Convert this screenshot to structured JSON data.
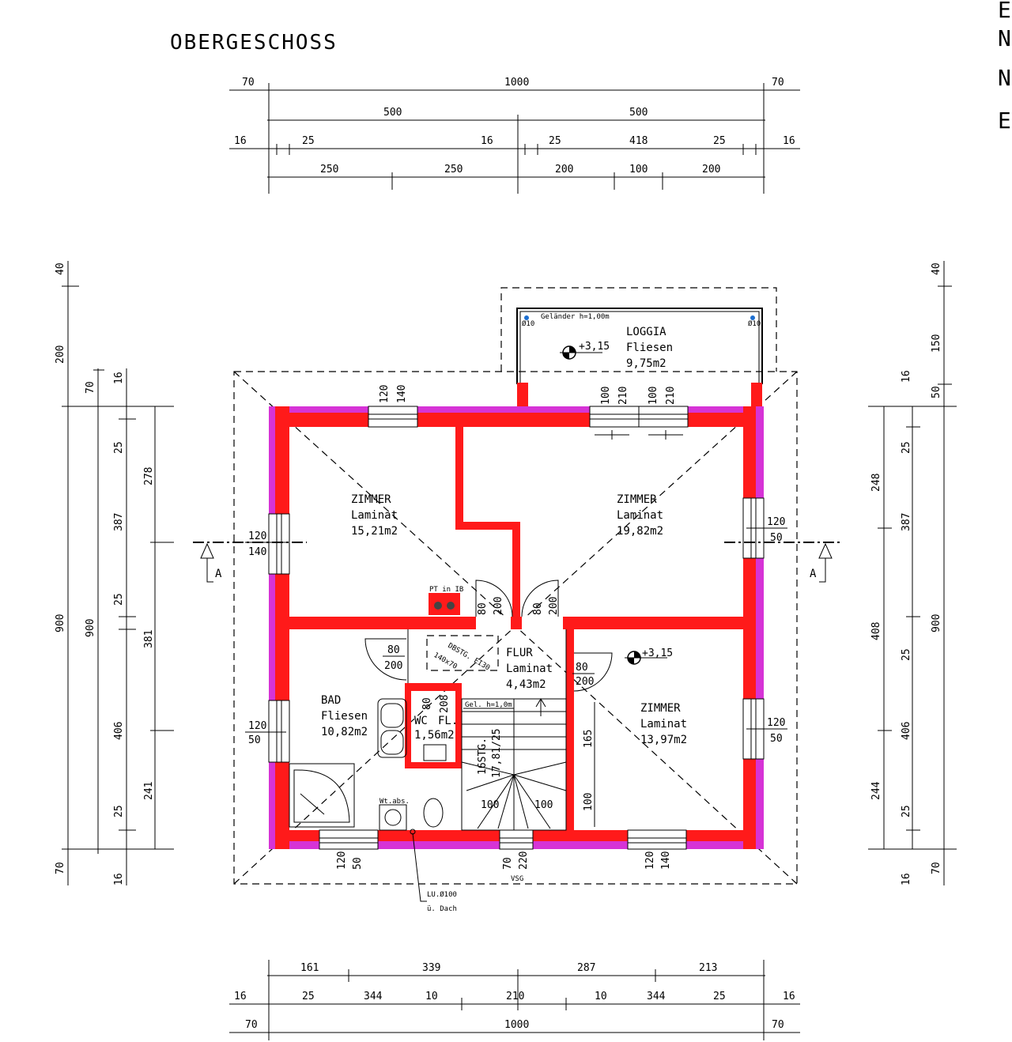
{
  "title": "OBERGESCHOSS",
  "edge_letters": [
    "E",
    "N",
    "N",
    "E"
  ],
  "rooms": {
    "zimmer1": {
      "name": "ZIMMER",
      "floor": "Laminat",
      "area": "15,21m2"
    },
    "zimmer2": {
      "name": "ZIMMER",
      "floor": "Laminat",
      "area": "19,82m2"
    },
    "zimmer3": {
      "name": "ZIMMER",
      "floor": "Laminat",
      "area": "13,97m2"
    },
    "bad": {
      "name": "BAD",
      "floor": "Fliesen",
      "area": "10,82m2"
    },
    "flur": {
      "name": "FLUR",
      "floor": "Laminat",
      "area": "4,43m2"
    },
    "loggia": {
      "name": "LOGGIA",
      "floor": "Fliesen",
      "area": "9,75m2"
    },
    "wc": {
      "name": "WC",
      "fl": "FL.",
      "area": "1,56m2"
    }
  },
  "labels": {
    "gelaender": "Geländer h=1,00m",
    "level_loggia": "+3,15",
    "level_zimmer": "+3,15",
    "pt": "PT in IB",
    "bodentreppe_1": "DBSTG. EI30",
    "bodentreppe_2": "140x70",
    "gel_stair": "Gel. h=1,0m",
    "stair_1": "16STG.",
    "stair_2": "17,81/25",
    "vsg": "VSG",
    "wt": "Wt.abs.",
    "lu_1": "LU.Ø100",
    "lu_2": "ü. Dach",
    "section": "A",
    "post": "Ø10"
  },
  "dims_top": {
    "row1": [
      "70",
      "1000",
      "70"
    ],
    "row2": [
      "500",
      "500"
    ],
    "row3": [
      "16",
      "25",
      "16",
      "25",
      "418",
      "25",
      "16"
    ],
    "row4": [
      "250",
      "250",
      "200",
      "100",
      "200"
    ]
  },
  "dims_bottom": {
    "row1": [
      "161",
      "339",
      "287",
      "213"
    ],
    "row2": [
      "16",
      "25",
      "344",
      "10",
      "210",
      "10",
      "344",
      "25",
      "16"
    ],
    "row3": [
      "70",
      "1000",
      "70"
    ]
  },
  "dims_left": {
    "col1": [
      "40",
      "200",
      "900",
      "70"
    ],
    "col2": [
      "70",
      "900",
      "16"
    ],
    "col3": [
      "16",
      "25",
      "387",
      "25",
      "406",
      "25"
    ],
    "col4": [
      "278",
      "381",
      "241"
    ]
  },
  "dims_right": {
    "col1": [
      "248",
      "408",
      "244"
    ],
    "col2": [
      "25",
      "387",
      "25",
      "406",
      "25"
    ],
    "col3": [
      "40",
      "150",
      "16",
      "50",
      "900",
      "16",
      "70"
    ]
  },
  "openings": {
    "win_top": [
      "120",
      "140"
    ],
    "win_loggia_a": [
      "100",
      "210"
    ],
    "win_loggia_b": [
      "100",
      "210"
    ],
    "win_left_top": [
      "120",
      "140"
    ],
    "win_right_top": [
      "120",
      "50"
    ],
    "win_left_bot": [
      "120",
      "50"
    ],
    "win_right_bot": [
      "120",
      "50"
    ],
    "win_bot_a": [
      "120",
      "50"
    ],
    "win_bot_b": [
      "70",
      "220"
    ],
    "win_bot_c": [
      "120",
      "140"
    ],
    "door_z1": [
      "80",
      "200"
    ],
    "door_z2": [
      "80",
      "200"
    ],
    "door_bad": [
      "80",
      "200"
    ],
    "door_z3": [
      "80",
      "200"
    ],
    "door_wc": [
      "80",
      "208"
    ],
    "stair_len": "165",
    "stair_w1": "100",
    "stair_w2": "100",
    "stair_w3": "100"
  }
}
